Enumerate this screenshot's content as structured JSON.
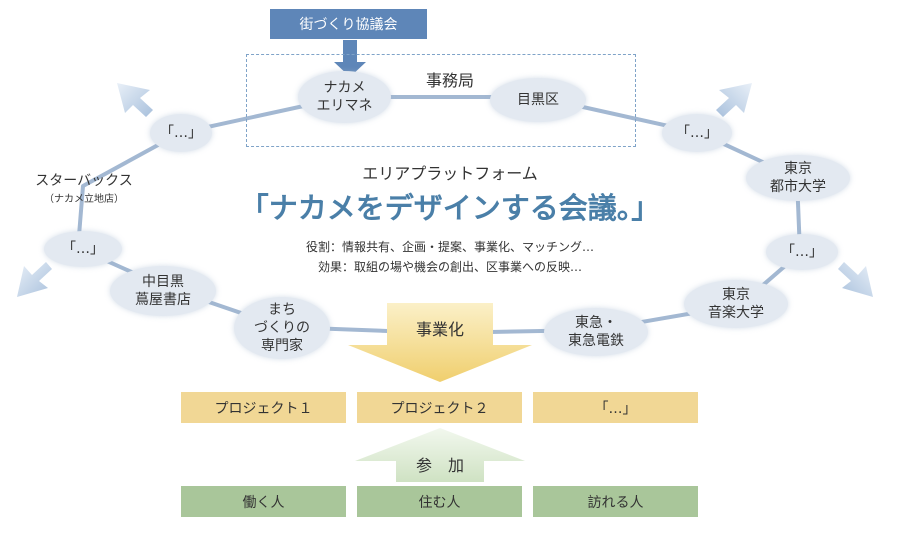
{
  "council_label": "街づくり協議会",
  "office_label": "事務局",
  "platform_label": "エリアプラットフォーム",
  "main_title": "「ナカメをデザインする会議。」",
  "roles_line": "役割：情報共有、企画・提案、事業化、マッチング…",
  "effects_line": "効果：取組の場や機会の創出、区事業への反映…",
  "ring_nodes": {
    "nakame_erimane": "ナカメ\nエリマネ",
    "meguro_ku": "目黒区",
    "etc_top_left": "「…」",
    "etc_top_right": "「…」",
    "starbucks": "スターバックス",
    "starbucks_sub": "（ナカメ立地店）",
    "tokyo_city_univ": "東京\n都市大学",
    "etc_left": "「…」",
    "etc_right": "「…」",
    "tsutaya": "中目黒\n蔦屋書店",
    "tokyo_music_univ": "東京\n音楽大学",
    "machizukuri_expert": "まち\nづくりの\n専門家",
    "tokyu": "東急・\n東急電鉄"
  },
  "business_label": "事業化",
  "projects": [
    "プロジェクト１",
    "プロジェクト２",
    "「…」"
  ],
  "participation_label": "参　加",
  "people": [
    "働く人",
    "住む人",
    "訪れる人"
  ],
  "colors": {
    "council_fill": "#5e86b8",
    "node_fill": "#e3e9f1",
    "ring_line": "#a3b8d2",
    "title_text": "#4a7fa8",
    "project_fill": "#f1d795",
    "people_fill": "#a9c69a",
    "business_arrow": "#f3d77f",
    "participation_arrow": "#cfe2c3"
  }
}
